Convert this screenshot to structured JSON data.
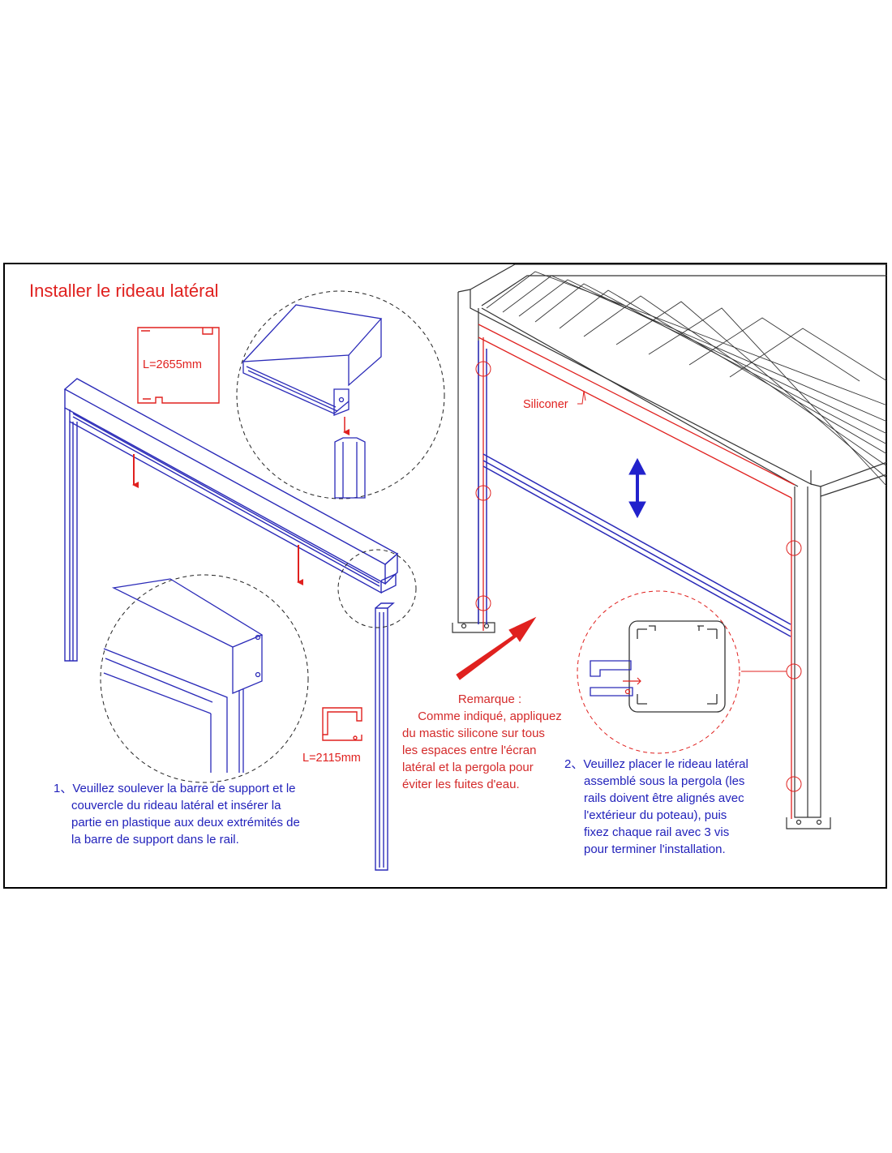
{
  "title": "Installer le rideau latéral",
  "labels": {
    "top_profile_length": "L=2655mm",
    "rail_profile_length": "L=2115mm",
    "silicone": "Siliconer"
  },
  "remark": {
    "heading": "Remarque :",
    "lines": [
      "Comme indiqué, appliquez",
      "du mastic silicone sur tous",
      "les espaces entre l'écran",
      "latéral et la pergola pour",
      "éviter les fuites d'eau."
    ]
  },
  "step1": {
    "lines": [
      "1、Veuillez soulever la barre de support et le",
      "couvercle du rideau latéral et insérer la",
      "partie en plastique aux deux extrémités de",
      "la barre de support dans le rail."
    ]
  },
  "step2": {
    "lines": [
      "2、Veuillez placer le rideau latéral",
      "assemblé sous la pergola (les",
      "rails doivent être alignés avec",
      "l'extérieur du poteau), puis",
      "fixez chaque rail avec 3 vis",
      "pour terminer l'installation."
    ]
  },
  "colors": {
    "line_blue": "#2a2ab8",
    "accent_red": "#e0211f",
    "line_dark": "#333333"
  }
}
